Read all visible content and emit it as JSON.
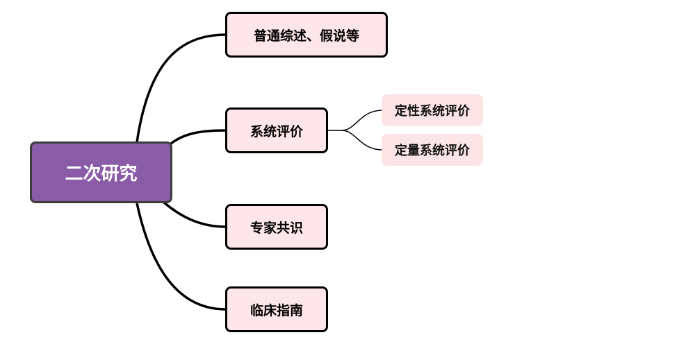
{
  "colors": {
    "root_fill": "#8a5ca8",
    "root_text": "#ffffff",
    "branch_fill": "#fce6e9",
    "leaf_fill": "#fbe4e6",
    "connector": "#000000"
  },
  "root": {
    "label": "二次研究"
  },
  "branches": [
    {
      "label": "普通综述、假说等"
    },
    {
      "label": "系统评价",
      "children": [
        {
          "label": "定性系统评价"
        },
        {
          "label": "定量系统评价"
        }
      ]
    },
    {
      "label": "专家共识"
    },
    {
      "label": "临床指南"
    }
  ]
}
